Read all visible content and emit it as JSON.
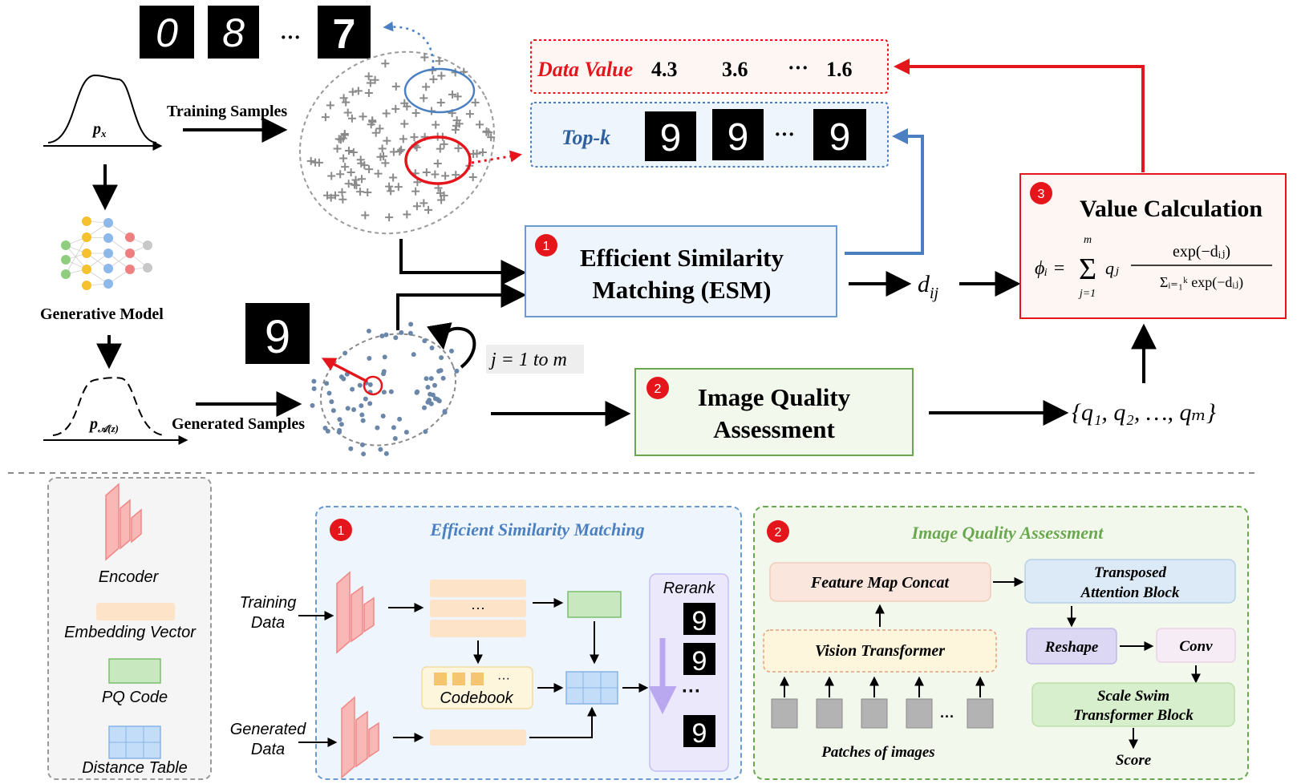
{
  "top": {
    "training_samples": "Training Samples",
    "generative_model": "Generative Model",
    "generated_samples": "Generated Samples",
    "px": "p",
    "px_sub": "x",
    "paz": "p",
    "paz_sub": "𝒜(z)",
    "mnist_top": [
      "0",
      "8",
      "7"
    ],
    "ellipsis": "···",
    "generated_digit": "9",
    "loop_label": "j = 1 to m",
    "data_value_label": "Data Value",
    "data_values": [
      "4.3",
      "3.6",
      "1.6"
    ],
    "topk_label": "Top-k",
    "topk_digits": [
      "9",
      "9",
      "9"
    ],
    "esm_number": "1",
    "esm_line1": "Efficient Similarity",
    "esm_line2": "Matching (ESM)",
    "dij": "d",
    "dij_sub": "ij",
    "iqa_number": "2",
    "iqa_line1": "Image Quality",
    "iqa_line2": "Assessment",
    "q_set": "{q₁, q₂, …, qₘ}",
    "vc_number": "3",
    "vc_title": "Value Calculation",
    "formula_lhs": "ϕᵢ =",
    "formula_sum_top": "m",
    "formula_sum_bottom": "j=1",
    "formula_qj": "qⱼ",
    "formula_num": "exp(−dᵢⱼ)",
    "formula_den": "Σᵢ₌₁ᵏ exp(−dᵢⱼ)"
  },
  "legend": {
    "encoder": "Encoder",
    "embedding": "Embedding Vector",
    "pq": "PQ Code",
    "distance": "Distance Table"
  },
  "esm_panel": {
    "number": "1",
    "title": "Efficient Similarity Matching",
    "training_line1": "Training",
    "training_line2": "Data",
    "generated_line1": "Generated",
    "generated_line2": "Data",
    "dots": "···",
    "codebook": "Codebook",
    "rerank": "Rerank",
    "rerank_digits": [
      "9",
      "9",
      "9"
    ]
  },
  "iqa_panel": {
    "number": "2",
    "title": "Image Quality Assessment",
    "feature_map": "Feature Map Concat",
    "transposed_line1": "Transposed",
    "transposed_line2": "Attention Block",
    "vision_transformer": "Vision Transformer",
    "reshape": "Reshape",
    "conv": "Conv",
    "scale_line1": "Scale Swim",
    "scale_line2": "Transformer Block",
    "patches": "Patches of images",
    "score": "Score",
    "dots": "···"
  },
  "colors": {
    "red": "#e5161b",
    "blue": "#4a7fc1",
    "green": "#6aa84f",
    "esm_fill": "#eef5fc",
    "iqa_fill": "#f3f8ec"
  }
}
